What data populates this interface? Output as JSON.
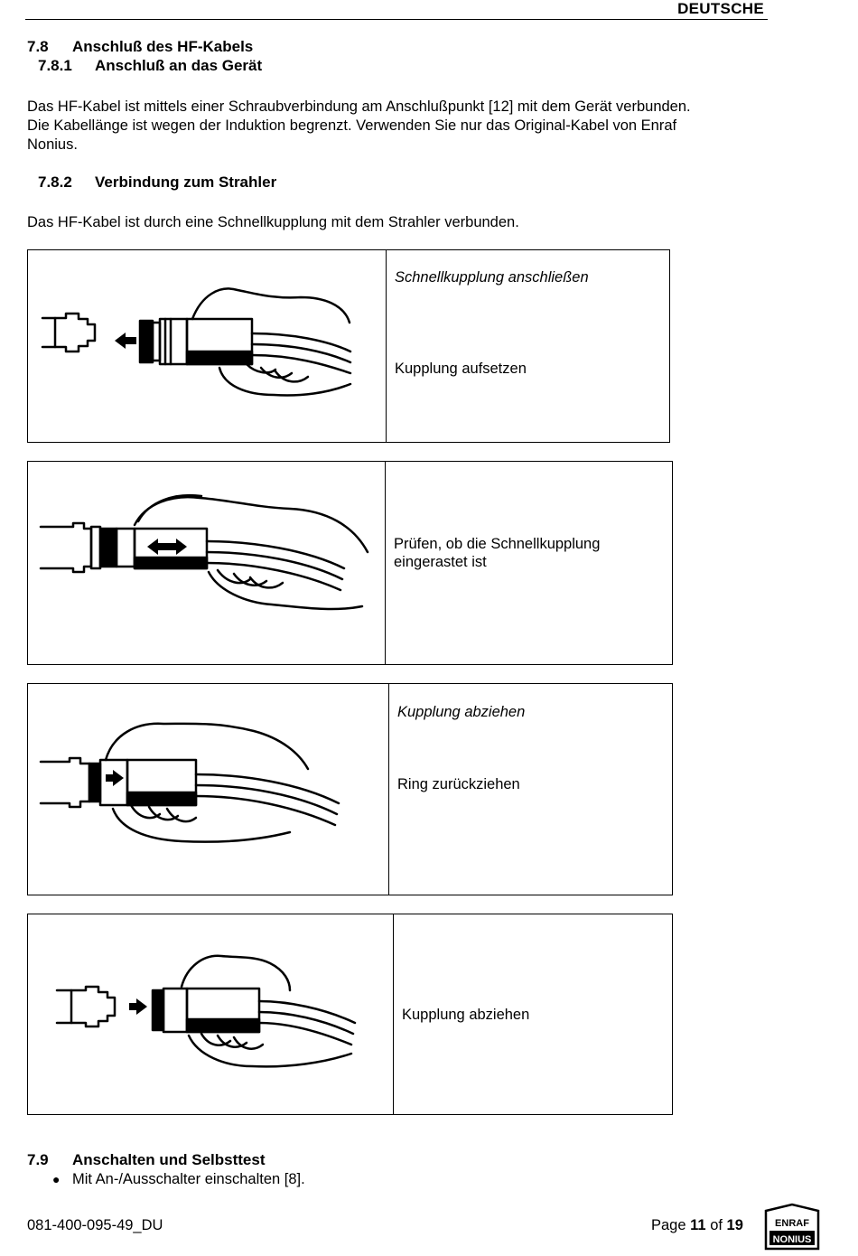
{
  "header": {
    "language": "DEUTSCHE"
  },
  "section_7_8": {
    "number": "7.8",
    "title": "Anschluß des HF-Kabels",
    "sub1": {
      "number": "7.8.1",
      "title": "Anschluß an das Gerät"
    },
    "para1": [
      "Das HF-Kabel ist mittels einer Schraubverbindung am Anschlußpunkt [12] mit dem Gerät verbunden.",
      "Die Kabellänge ist wegen der Induktion begrenzt. Verwenden Sie nur das Original-Kabel von Enraf",
      "Nonius."
    ],
    "sub2": {
      "number": "7.8.2",
      "title": "Verbindung zum Strahler"
    },
    "para2": "Das HF-Kabel ist durch eine Schnellkupplung mit dem Strahler verbunden."
  },
  "panels": [
    {
      "heading": "Schnellkupplung anschließen",
      "caption": "Kupplung aufsetzen",
      "arrow": "left"
    },
    {
      "heading": "",
      "caption_lines": [
        "Prüfen, ob die Schnellkupplung",
        "eingerastet ist"
      ],
      "arrow": "both"
    },
    {
      "heading": "Kupplung abziehen",
      "caption": "Ring zurückziehen",
      "arrow": "right"
    },
    {
      "heading": "",
      "caption": "Kupplung abziehen",
      "arrow": "right"
    }
  ],
  "section_7_9": {
    "number": "7.9",
    "title": "Anschalten und Selbsttest",
    "bullets": [
      "Mit An-/Ausschalter einschalten [8]."
    ]
  },
  "footer": {
    "doc_number": "081-400-095-49_DU",
    "page_word": "Page",
    "page_current": "11",
    "page_of": "of",
    "page_total": "19",
    "logo_top": "ENRAF",
    "logo_bottom": "NONIUS"
  }
}
